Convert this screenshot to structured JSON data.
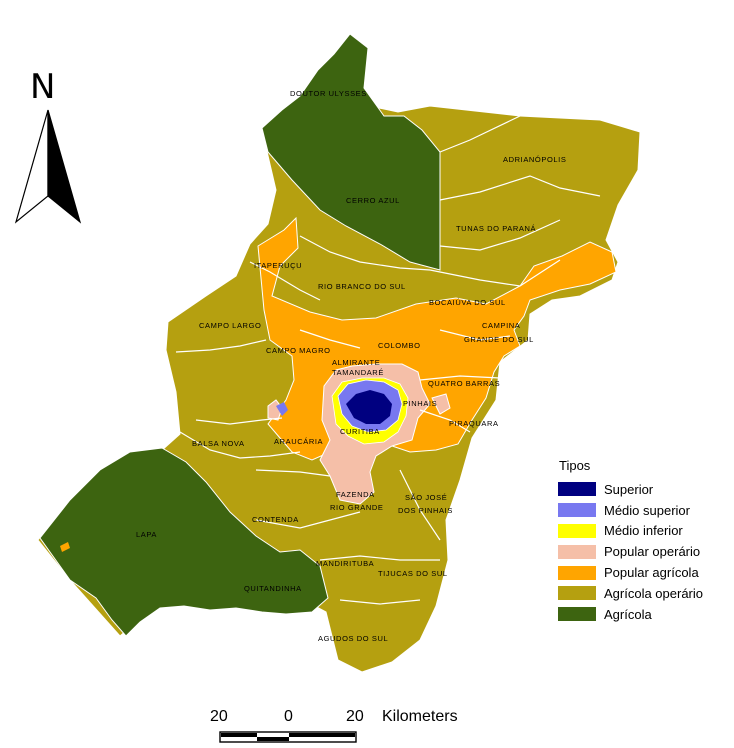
{
  "north_arrow": {
    "letter": "N"
  },
  "municipalities": {
    "doutor_ulysses": "DOUTOR ULYSSES",
    "adrianopolis": "ADRIANÓPOLIS",
    "cerro_azul": "CERRO AZUL",
    "tunas_do_parana": "TUNAS DO PARANÁ",
    "itaperucu": "ITAPERUÇU",
    "rio_branco_do_sul": "RIO BRANCO DO SUL",
    "bocaiuva_do_sul": "BOCAIÚVA DO SUL",
    "campina_grande_do_sul_1": "CAMPINA",
    "campina_grande_do_sul_2": "GRANDE DO SUL",
    "campo_largo": "CAMPO LARGO",
    "campo_magro": "CAMPO MAGRO",
    "colombo": "COLOMBO",
    "almirante_tamandare_1": "ALMIRANTE",
    "almirante_tamandare_2": "TAMANDARÉ",
    "quatro_barras": "QUATRO BARRAS",
    "pinhais": "PINHAIS",
    "curitiba": "CURITIBA",
    "piraquara": "PIRAQUARA",
    "balsa_nova": "BALSA NOVA",
    "araucaria": "ARAUCÁRIA",
    "fazenda_rio_grande_1": "FAZENDA",
    "fazenda_rio_grande_2": "RIO GRANDE",
    "sao_jose_dos_pinhais_1": "SÃO JOSÉ",
    "sao_jose_dos_pinhais_2": "DOS PINHAIS",
    "contenda": "CONTENDA",
    "lapa": "LAPA",
    "mandirituba": "MANDIRITUBA",
    "tijucas_do_sul": "TIJUCAS DO SUL",
    "quitandinha": "QUITANDINHA",
    "agudos_do_sul": "AGUDOS DO SUL"
  },
  "legend": {
    "title": "Tipos",
    "items": [
      {
        "label": "Superior",
        "color": "#000080"
      },
      {
        "label": "Médio superior",
        "color": "#7878f0"
      },
      {
        "label": "Médio inferior",
        "color": "#ffff00"
      },
      {
        "label": "Popular operário",
        "color": "#f5bfa8"
      },
      {
        "label": "Popular agrícola",
        "color": "#ffa500"
      },
      {
        "label": "Agrícola operário",
        "color": "#b5a010"
      },
      {
        "label": "Agrícola",
        "color": "#3d6410"
      }
    ]
  },
  "scale_bar": {
    "left_value": "20",
    "center_value": "0",
    "right_value": "20",
    "unit": "Kilometers"
  }
}
